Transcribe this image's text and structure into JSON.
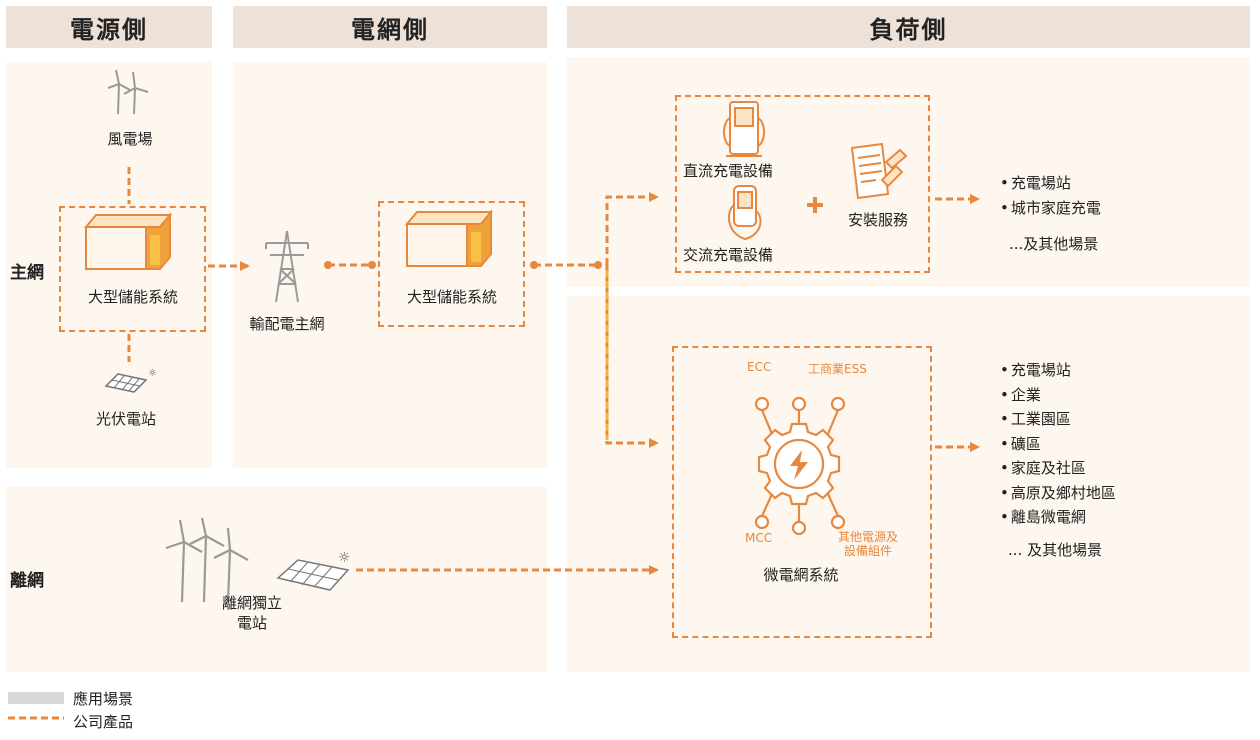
{
  "headers": {
    "source": "電源側",
    "grid": "電網側",
    "load": "負荷側"
  },
  "row_labels": {
    "main_grid": "主網",
    "off_grid": "離網"
  },
  "nodes": {
    "wind_farm": "風電場",
    "large_ess_1": "大型儲能系統",
    "pv_station": "光伏電站",
    "transmission": "輸配電主網",
    "large_ess_2": "大型儲能系統",
    "dc_charging": "直流充電設備",
    "ac_charging": "交流充電設備",
    "install_service": "安裝服務",
    "offgrid_station_l1": "離網獨立",
    "offgrid_station_l2": "電站",
    "microgrid": "微電網系統"
  },
  "microgrid_labels": {
    "ecc": "ECC",
    "ess": "工商業ESS",
    "mcc": "MCC",
    "other_l1": "其他電源及",
    "other_l2": "設備組件"
  },
  "scenarios_top": {
    "items": [
      "充電場站",
      "城市家庭充電"
    ],
    "more": "...及其他場景"
  },
  "scenarios_bottom": {
    "items": [
      "充電場站",
      "企業",
      "工業園區",
      "礦區",
      "家庭及社區",
      "高原及鄉村地區",
      "離島微電網"
    ],
    "more": "... 及其他場景"
  },
  "legend": {
    "scenario": "應用場景",
    "product": "公司產品"
  },
  "colors": {
    "accent": "#e8883e",
    "header_bg": "#eee2d8",
    "panel_bg": "#fdf7ef",
    "icon_gray": "#9a9a9a"
  },
  "icons": [
    "wind-turbine-icon",
    "battery-container-icon",
    "solar-panel-icon",
    "transmission-tower-icon",
    "dc-charger-icon",
    "ac-charger-icon",
    "install-service-icon",
    "microgrid-gear-icon"
  ]
}
